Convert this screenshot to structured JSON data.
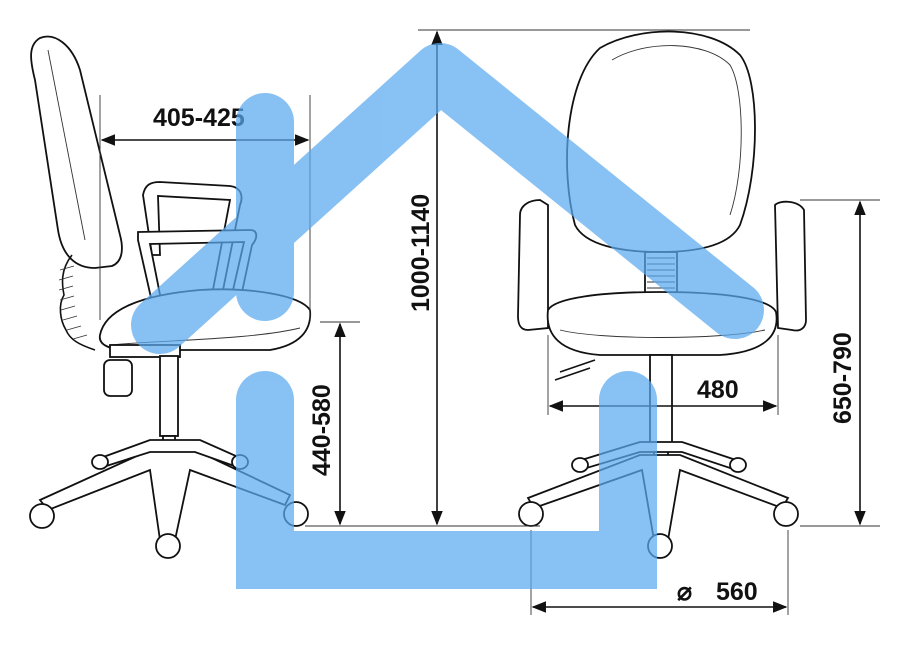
{
  "dimensions": {
    "seat_depth": "405-425",
    "total_height": "1000-1140",
    "seat_height": "440-580",
    "seat_width": "480",
    "armrest_height": "650-790",
    "base_diameter": "560"
  },
  "symbols": {
    "diameter": "⌀"
  },
  "colors": {
    "watermark": "#5aa9ee",
    "line": "#111111"
  }
}
